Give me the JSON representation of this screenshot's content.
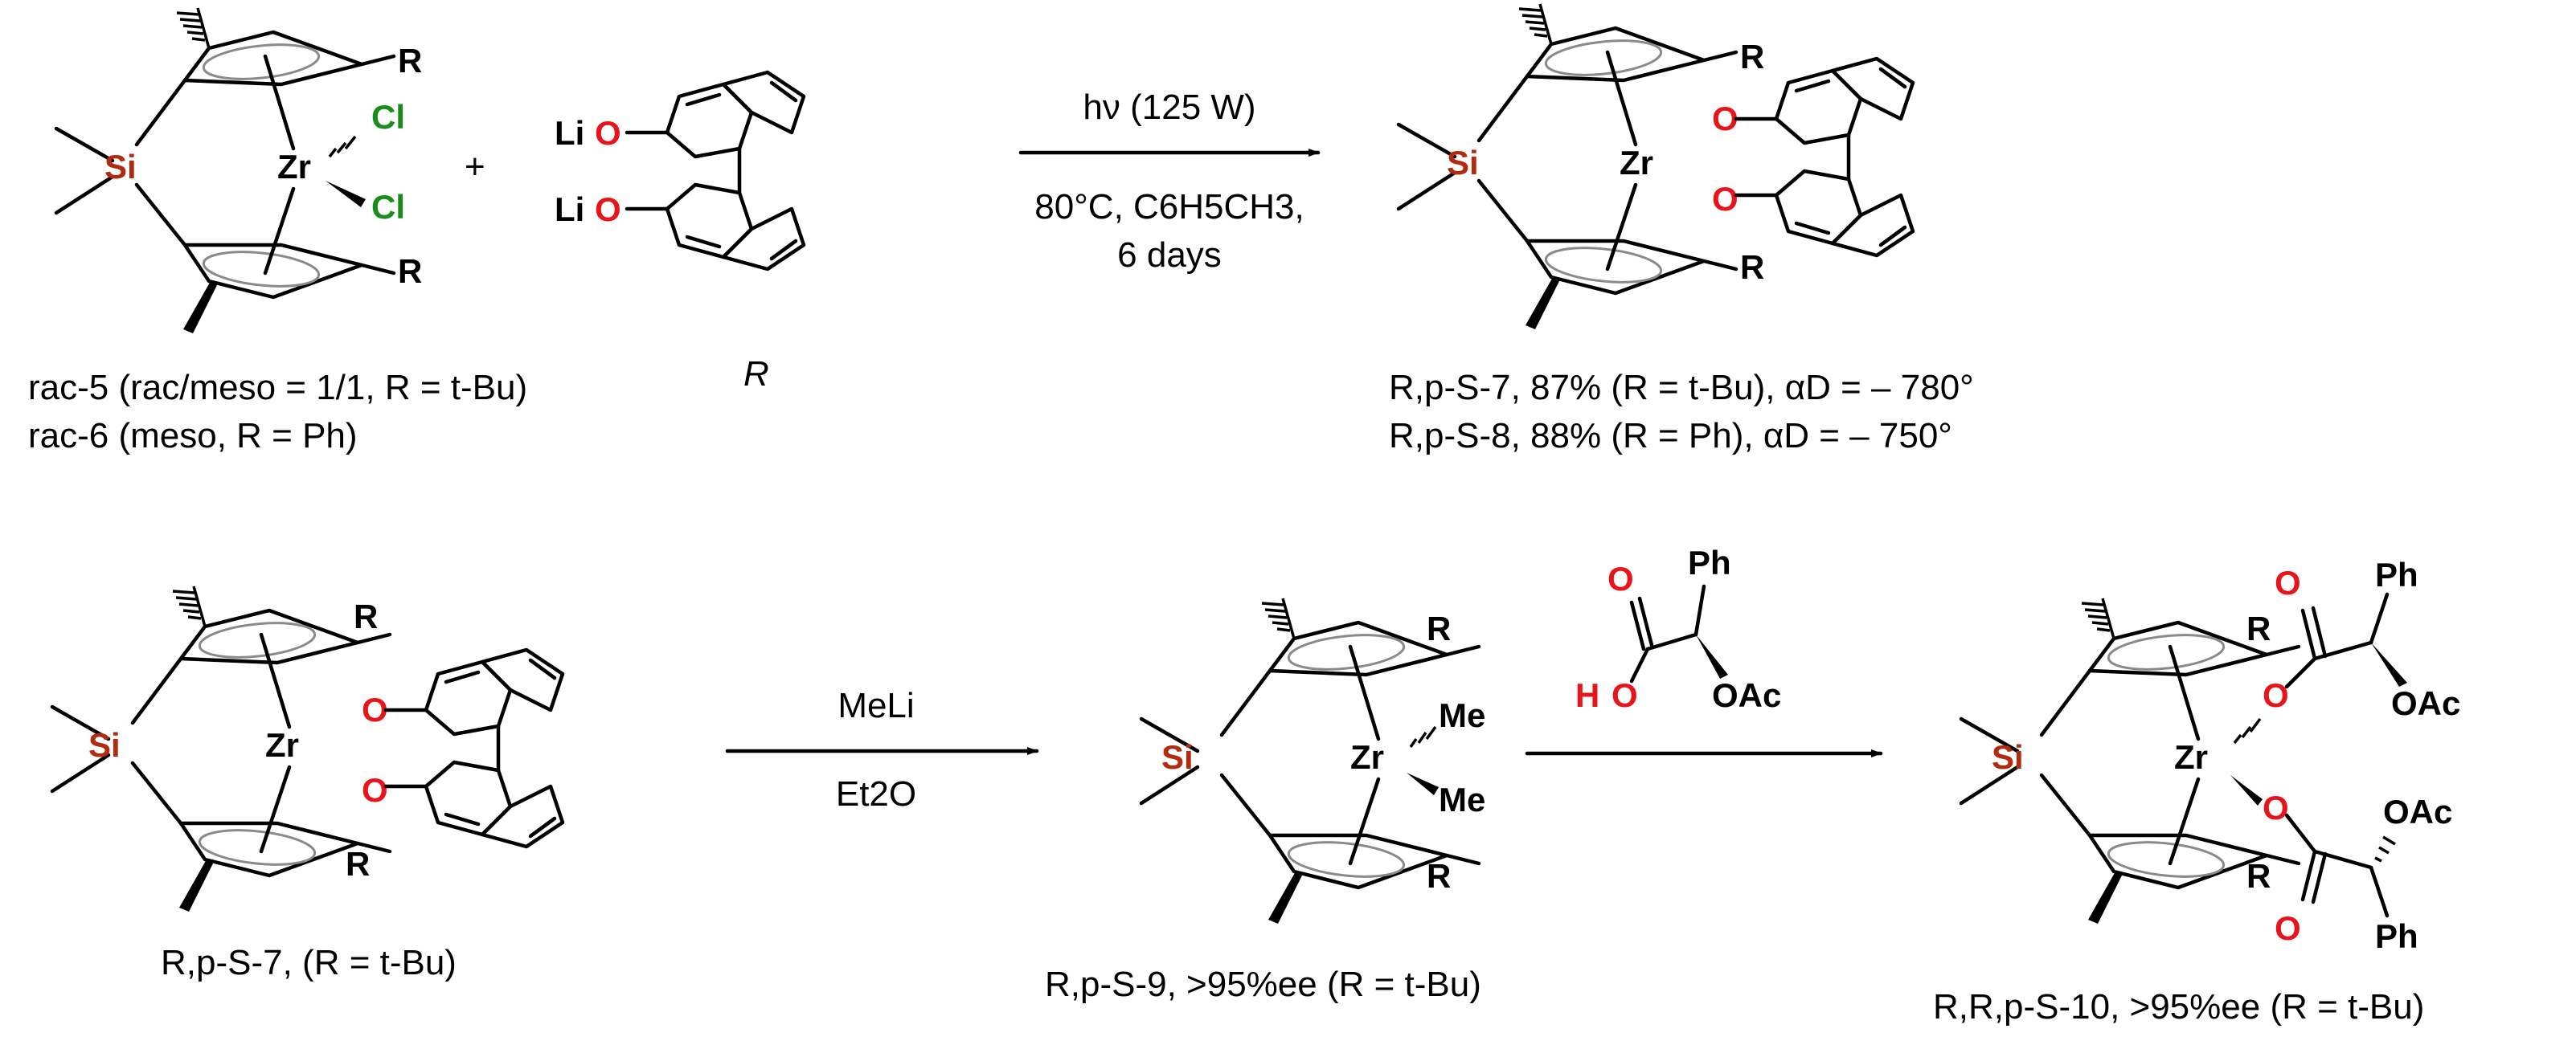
{
  "colors": {
    "oxygen": "#e8141c",
    "chlorine": "#1a8c1a",
    "silicon": "#b22a0f",
    "bond": "#000000"
  },
  "atoms": {
    "si": "Si",
    "zr": "Zr",
    "cl": "Cl",
    "r": "R",
    "o": "O",
    "li": "Li",
    "me": "Me",
    "ph": "Ph",
    "oac": "OAc",
    "h": "H"
  },
  "plus": "+",
  "arrow1": {
    "line1": "hν (125 W)",
    "line2": "80°C, C6H5CH3,",
    "line3": "6 days"
  },
  "arrow2": {
    "line1": "MeLi",
    "line2": "Et2O"
  },
  "labels": {
    "rac5": "rac-5 (rac/meso = 1/1, R = t-Bu)",
    "rac6": "rac-6 (meso, R = Ph)",
    "binol": "R",
    "p7": "R,p-S-7, 87% (R = t-Bu), αD = – 780°",
    "p8": "R,p-S-8, 88% (R = Ph), αD = – 750°",
    "s7": "R,p-S-7, (R = t-Bu)",
    "p9": "R,p-S-9, >95%ee (R = t-Bu)",
    "p10": "R,R,p-S-10, >95%ee (R = t-Bu)"
  }
}
